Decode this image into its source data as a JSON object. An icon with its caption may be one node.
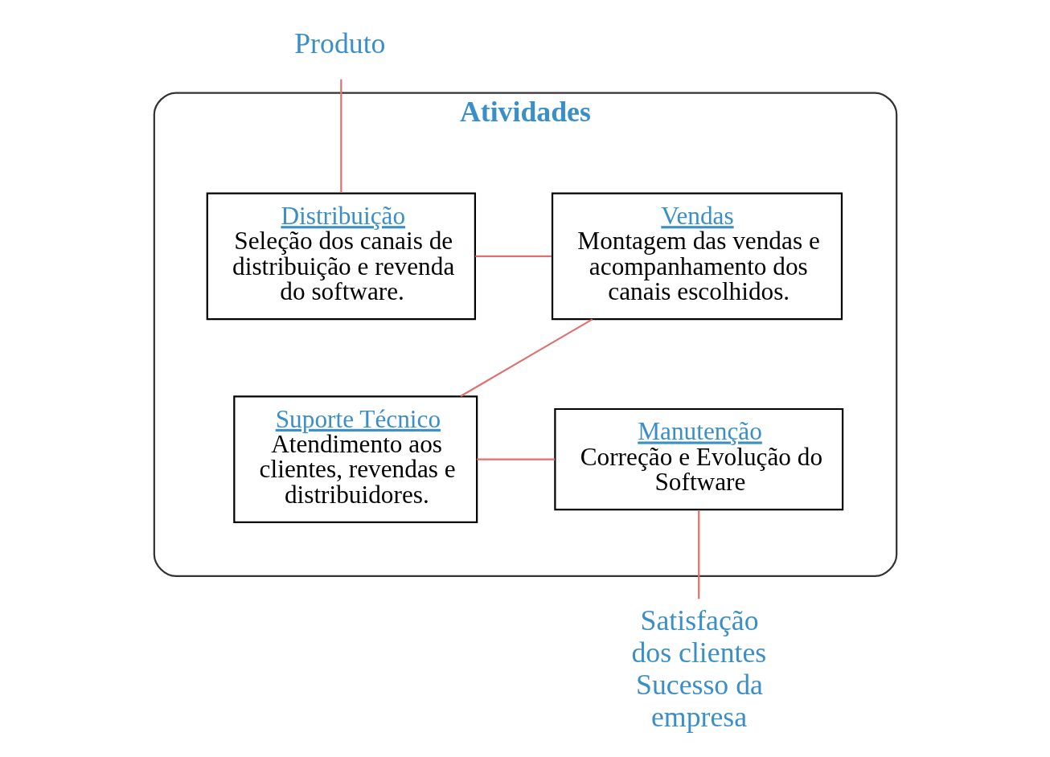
{
  "diagram": {
    "nodes": [
      {
        "text": [
          "Produto"
        ]
      },
      {
        "text": [
          "Atividades"
        ]
      },
      {
        "text": [
          "Distribuição",
          "Seleção dos canais de distribuição e revenda do software."
        ],
        "in": 1
      },
      {
        "text": [
          "Vendas",
          "Montagem das vendas e acompanhamento dos canais escolhidos."
        ],
        "in": 1
      },
      {
        "text": [
          "Suporte Técnico",
          "Atendimento aos clientes, revendas e distribuidores."
        ],
        "in": 1
      },
      {
        "text": [
          "Manutenção",
          "Correção e Evolução do Software"
        ],
        "in": 1
      },
      {
        "text": [
          "Satisfação dos clientes",
          "Sucesso da empresa"
        ]
      }
    ],
    "edges": [
      {
        "from": 0,
        "to": 2,
        "arrow": "none"
      },
      {
        "from": 2,
        "to": 3,
        "arrow": "none"
      },
      {
        "from": 3,
        "to": 4,
        "arrow": "none"
      },
      {
        "from": 4,
        "to": 5,
        "arrow": "none"
      },
      {
        "from": 5,
        "to": 6,
        "arrow": "none"
      }
    ]
  }
}
